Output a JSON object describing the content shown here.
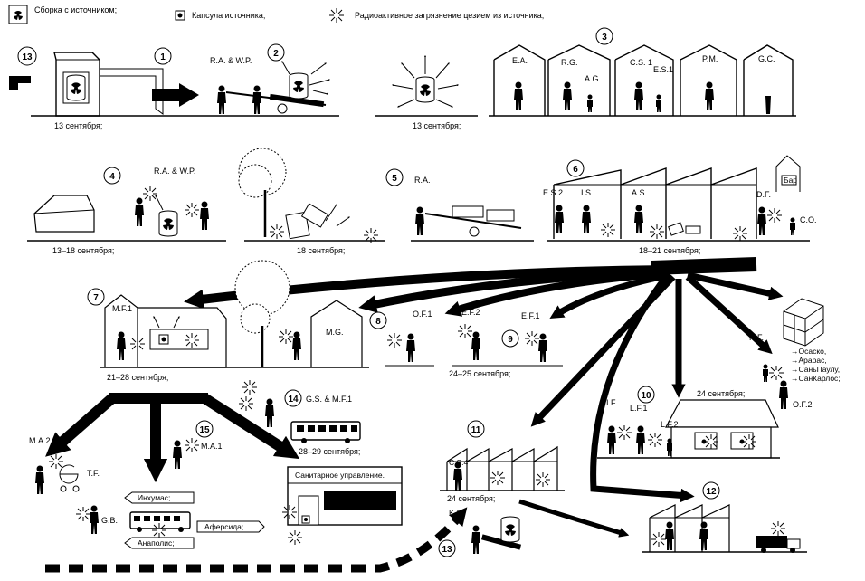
{
  "legend": {
    "source_assembly": "Сборка с источником;",
    "source_capsule": "Капсула источника;",
    "contamination": "Радиоактивное загрязнение цезием из источника;"
  },
  "dates": {
    "d13a": "13 сентября;",
    "d13b": "13 сентября;",
    "d13_18": "13–18 сентября;",
    "d18": "18 сентября;",
    "d18_21": "18–21 сентября;",
    "d21_28": "21–28 сентября;",
    "d24_25": "24–25 сентября;",
    "d24a": "24 сентября;",
    "d24b": "24 сентября;",
    "d28_29": "28–29 сентября;"
  },
  "scene_numbers": [
    "13",
    "1",
    "2",
    "3",
    "4",
    "5",
    "6",
    "7",
    "8",
    "9",
    "10",
    "11",
    "12",
    "13",
    "14",
    "15"
  ],
  "people": {
    "ra_wp_1": "R.A. & W.P.",
    "ea": "E.A.",
    "rg": "R.G.",
    "ag": "A.G.",
    "cs1": "C.S. 1",
    "es1": "E.S.1",
    "pm": "P.M.",
    "gc": "G.C.",
    "ra_wp_2": "R.A. & W.P.",
    "ra": "R.A.",
    "es2": "E.S.2",
    "is": "I.S.",
    "as": "A.S.",
    "df": "D.F.",
    "co": "C.O.",
    "mf1": "M.F.1",
    "mg": "M.G.",
    "of1": "O.F.1",
    "ef2": "E.F.2",
    "ef1": "E.F.1",
    "hf": "H.F.",
    "of2": "O.F.2",
    "if": "I.F.",
    "lf1": "L.F.1",
    "lf2": "L.F.2",
    "gs_mf1": "G.S. & M.F.1",
    "ma2": "M.A.2",
    "tf": "T.F.",
    "ma1": "M.A.1",
    "gb": "G.B.",
    "cs4": "C.S.4",
    "ks": "K.S."
  },
  "signs": {
    "bar": "Бар",
    "sanitary": "Санитарное управление.",
    "inhumas": "Инхумас;",
    "aferesida": "Аферсида;",
    "anapolis": "Анаполис;"
  },
  "destinations": [
    "→Осаско,",
    "→Арарас,",
    "→СаньПаулу,",
    "→СанКарлос;"
  ]
}
